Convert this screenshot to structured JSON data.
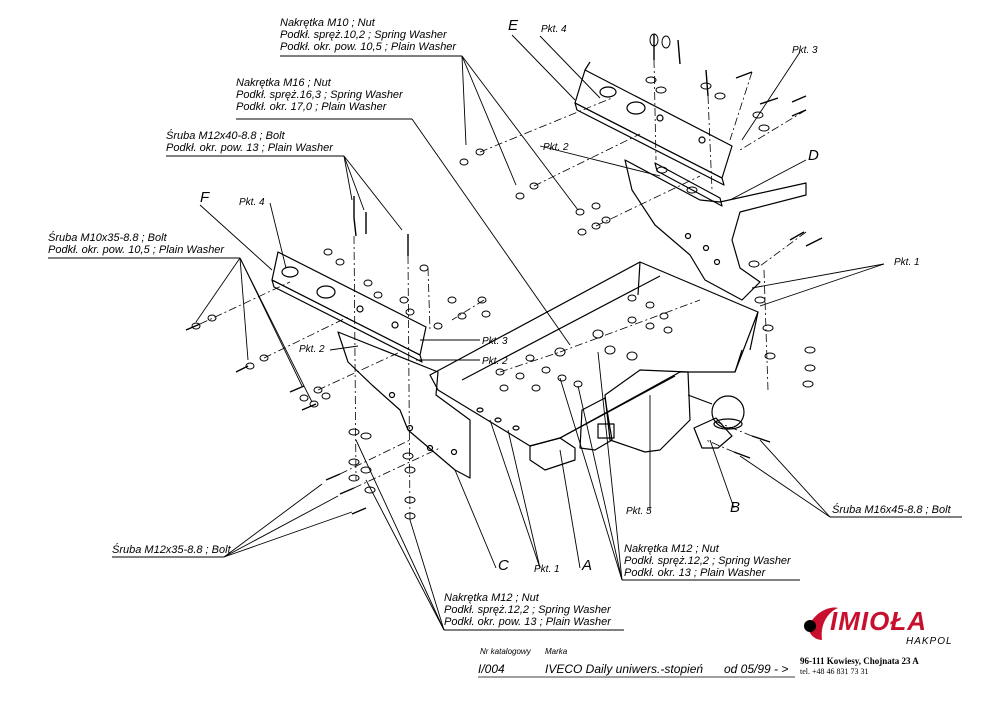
{
  "labels": {
    "m10_nut": [
      "Nakrętka  M10 ; Nut",
      "Podkł. spręż.10,2 ; Spring Washer",
      "Podkł. okr. pow. 10,5 ; Plain Washer"
    ],
    "m16_nut": [
      "Nakrętka  M16 ; Nut",
      "Podkł. spręż.16,3 ; Spring Washer",
      "Podkł. okr. 17,0 ; Plain Washer"
    ],
    "m12x40_bolt": [
      "Śruba M12x40-8.8 ;  Bolt",
      "Podkł. okr. pow. 13 ; Plain Washer"
    ],
    "m10x35_bolt": [
      "Śruba M10x35-8.8 ;  Bolt",
      "Podkł. okr. pow. 10,5 ; Plain Washer"
    ],
    "m12x35_bolt": "Śruba M12x35-8.8 ;  Bolt",
    "m16x45_bolt": "Śruba M16x45-8.8 ;  Bolt",
    "m12_nut_right": [
      "Nakrętka  M12 ; Nut",
      "Podkł. spręż.12,2 ; Spring Washer",
      "Podkł. okr. 13 ; Plain Washer"
    ],
    "m12_nut_bottom": [
      "Nakrętka  M12 ; Nut",
      "Podkł. spręż.12,2 ; Spring Washer",
      "Podkł. okr. pow. 13 ; Plain Washer"
    ]
  },
  "letters": {
    "a": "A",
    "b": "B",
    "c": "C",
    "d": "D",
    "e": "E",
    "f": "F"
  },
  "points": {
    "pkt1_right": "Pkt. 1",
    "pkt1_bottom": "Pkt. 1",
    "pkt2_top": "Pkt. 2",
    "pkt2_left": "Pkt. 2",
    "pkt2_mid": "Pkt. 2",
    "pkt3_top": "Pkt. 3",
    "pkt3_mid": "Pkt. 3",
    "pkt4_top": "Pkt. 4",
    "pkt4_left": "Pkt. 4",
    "pkt5": "Pkt. 5"
  },
  "footer": {
    "catalog_label": "Nr katalogowy",
    "brand_label": "Marka",
    "catalog_number": "I/004",
    "vehicle": "IVECO Daily uniwers.-stopień",
    "date_range": "od  05/99 - >"
  },
  "company": {
    "logo_text": "IMIOŁA",
    "logo_sub": "HAKPOL",
    "address": "96-111 Kowiesy, Chojnata 23 A",
    "phone": "tel. +48 46 831 73 31",
    "brand_color": "#c8102e"
  }
}
